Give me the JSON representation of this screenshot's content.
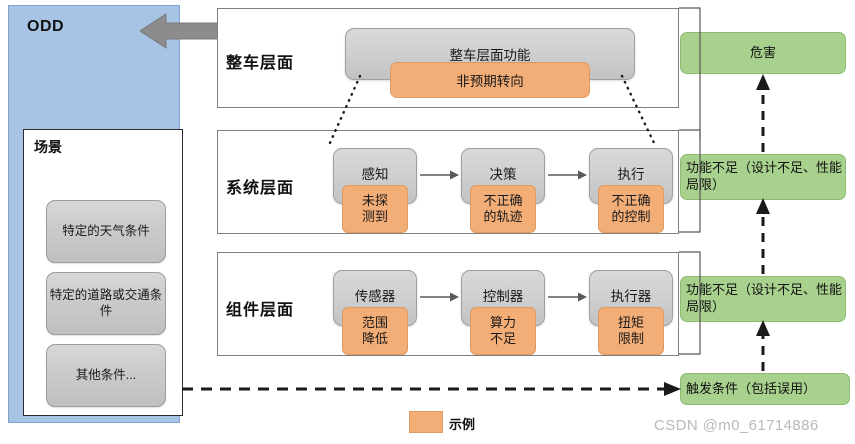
{
  "odd": {
    "title": "ODD",
    "scene": {
      "title": "场景",
      "items": [
        {
          "label": "特定的天气条件"
        },
        {
          "label": "特定的道路或交通条件"
        },
        {
          "label": "其他条件..."
        }
      ]
    },
    "arrow_icon": "double-arrow-left-icon"
  },
  "levels": [
    {
      "label": "整车层面",
      "function_box": "整车层面功能",
      "fault_box": "非预期转向"
    },
    {
      "label": "系统层面",
      "nodes": [
        {
          "name": "感知",
          "fault": "未探\n测到"
        },
        {
          "name": "决策",
          "fault": "不正确\n的轨迹"
        },
        {
          "name": "执行",
          "fault": "不正确\n的控制"
        }
      ]
    },
    {
      "label": "组件层面",
      "nodes": [
        {
          "name": "传感器",
          "fault": "范围\n降低"
        },
        {
          "name": "控制器",
          "fault": "算力\n不足"
        },
        {
          "name": "执行器",
          "fault": "扭矩\n限制"
        }
      ]
    }
  ],
  "right_column": [
    {
      "label": "危害"
    },
    {
      "label": "功能不足（设计不足、性能局限）"
    },
    {
      "label": "功能不足（设计不足、性能局限）"
    },
    {
      "label": "触发条件（包括误用）"
    }
  ],
  "legend": {
    "swatch_color": "#f3ad77",
    "label": "示例"
  },
  "watermark": "CSDN @m0_61714886",
  "colors": {
    "odd_panel": "#a8c4e5",
    "gray_node": "#cfcfcf",
    "orange_fault": "#f3ad77",
    "green_box": "#a9d18e",
    "arrow_gray": "#8c8c8c"
  }
}
